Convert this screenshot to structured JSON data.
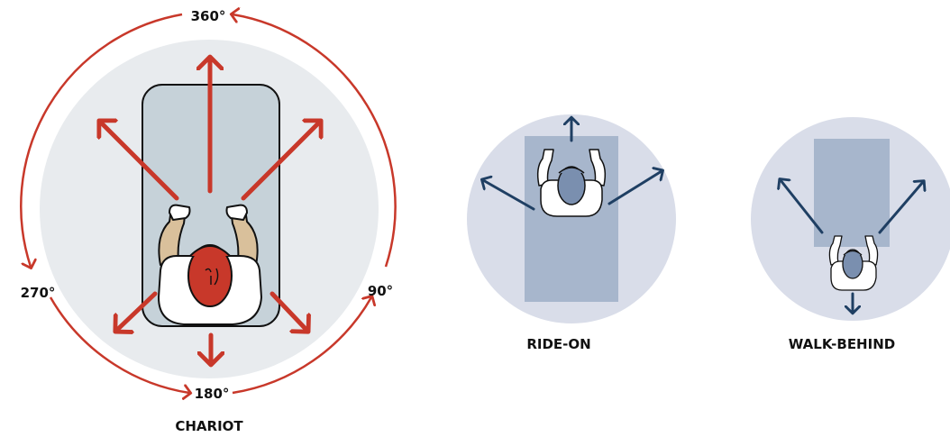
{
  "colors": {
    "red": "#c8382a",
    "navy": "#1f3f63",
    "chariot_circle": "#e8ebee",
    "chariot_platform": "#c6d2d9",
    "side_circle": "#d9dde9",
    "side_platform": "#a7b6cc",
    "skin": "#d9c09b",
    "helmet_red": "#c8382a",
    "helmet_blue": "#7a8faf"
  },
  "diagrams": {
    "chariot": {
      "title": "CHARIOT",
      "angles": {
        "top": "360°",
        "right": "90°",
        "bottom": "180°",
        "left": "270°"
      }
    },
    "ride_on": {
      "title": "RIDE-ON"
    },
    "walk_behind": {
      "title": "WALK-BEHIND"
    }
  }
}
